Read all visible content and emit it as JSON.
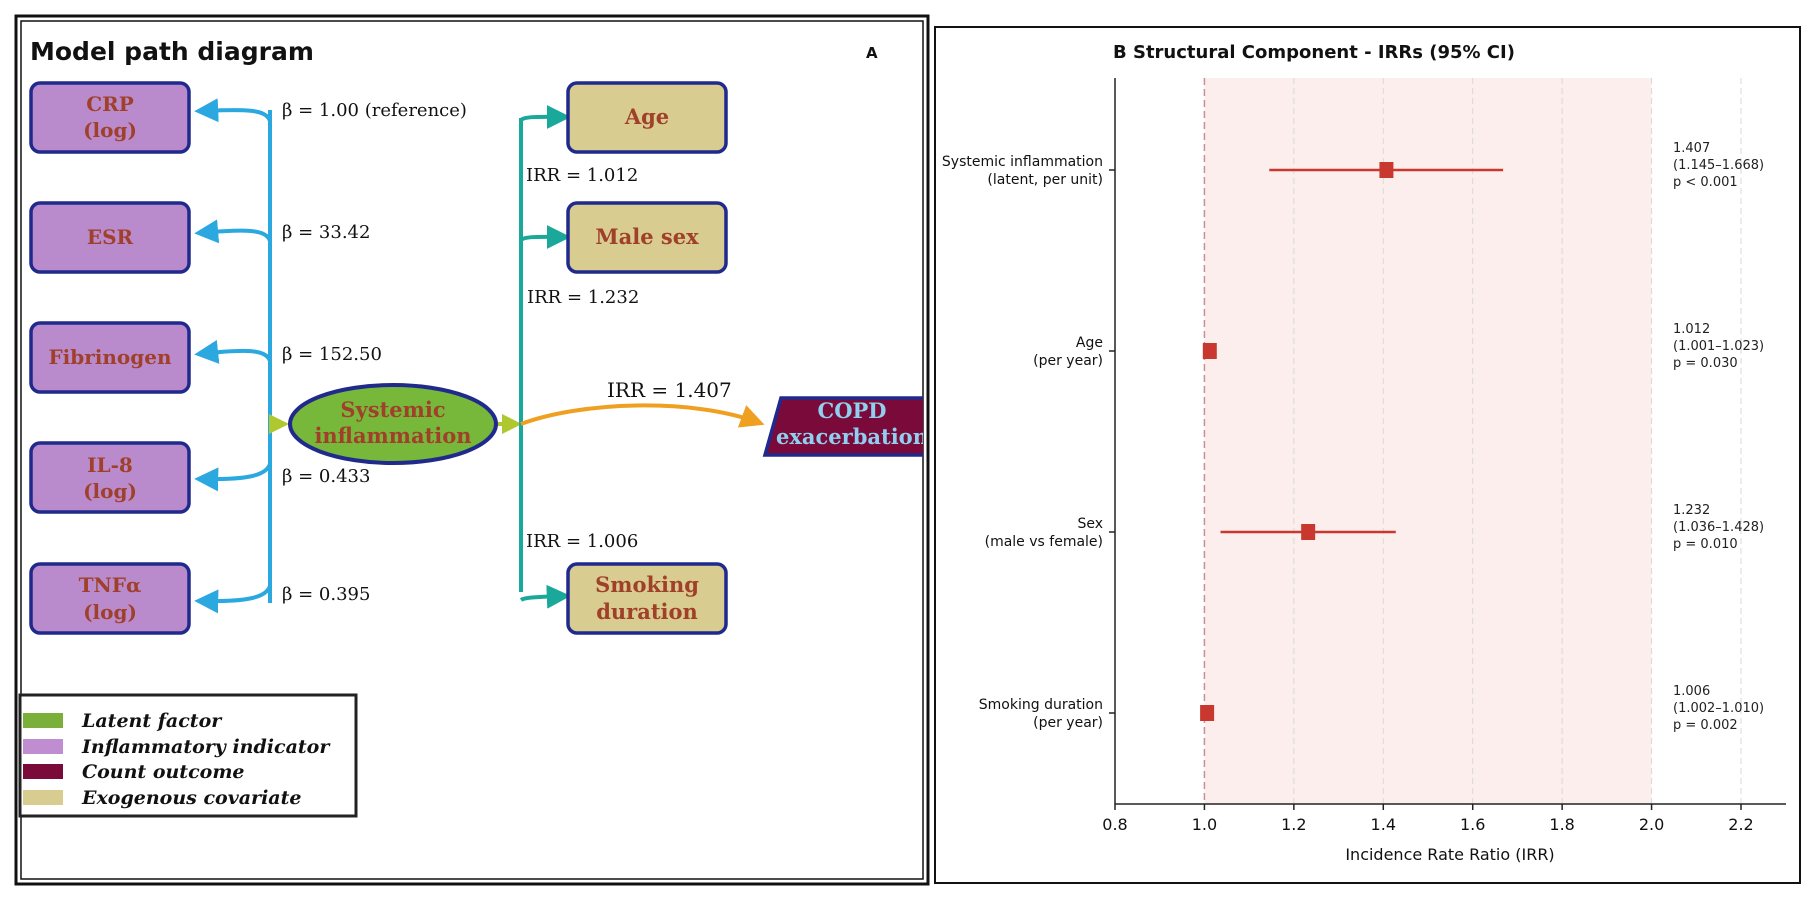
{
  "panel_a": {
    "title": "Model path diagram",
    "tag": "A",
    "indicators": [
      {
        "line1": "CRP",
        "line2": "(log)",
        "beta": "β = 1.00 (reference)"
      },
      {
        "line1": "ESR",
        "line2": "",
        "beta": "β = 33.42"
      },
      {
        "line1": "Fibrinogen",
        "line2": "",
        "beta": "β = 152.50"
      },
      {
        "line1": "IL-8",
        "line2": "(log)",
        "beta": "β = 0.433"
      },
      {
        "line1": "TNFα",
        "line2": "(log)",
        "beta": "β = 0.395"
      }
    ],
    "latent": {
      "line1": "Systemic",
      "line2": "inflammation"
    },
    "covariates": [
      {
        "line1": "Age",
        "line2": "",
        "irr": "IRR = 1.012"
      },
      {
        "line1": "Male sex",
        "line2": "",
        "irr": "IRR = 1.232"
      },
      {
        "line1": "Smoking",
        "line2": "duration",
        "irr": "IRR = 1.006"
      }
    ],
    "outcome": {
      "line1": "COPD",
      "line2": "exacerbation"
    },
    "outcome_irr": "IRR = 1.407",
    "legend": [
      {
        "label": "Latent factor",
        "color": "#7ab03a"
      },
      {
        "label": "Inflammatory indicator",
        "color": "#c08ed0"
      },
      {
        "label": "Count outcome",
        "color": "#7a0a3a"
      },
      {
        "label": "Exogenous covariate",
        "color": "#d8cc90"
      }
    ],
    "colors": {
      "indicator_fill": "#b98bcc",
      "box_border": "#1f2a8c",
      "covariate_fill": "#d8cc90",
      "latent_fill": "#77b83a",
      "outcome_fill": "#7a0a3a",
      "outcome_text": "#8fd0f0",
      "node_text": "#a0402a",
      "beta_arrow": "#2aa8df",
      "irr_arrow": "#1aa89a",
      "outcome_arrow": "#f0a020",
      "latent_connector": "#b0c830"
    }
  },
  "panel_b": {
    "title": "B  Structural Component - IRRs (95% CI)",
    "colors": {
      "marker": "#c8382e",
      "band": "#fdeeee",
      "reference": "#c89090"
    }
  },
  "chart_data": {
    "type": "forest",
    "title": "B  Structural Component - IRRs (95% CI)",
    "xlabel": "Incidence Rate Ratio (IRR)",
    "xlim": [
      0.8,
      2.3
    ],
    "xticks": [
      "0.8",
      "1.0",
      "1.2",
      "1.4",
      "1.6",
      "1.8",
      "2.0",
      "2.2"
    ],
    "reference_line": 1.0,
    "shaded_range": [
      1.0,
      2.0
    ],
    "grid": "vertical dashed",
    "rows": [
      {
        "label1": "Systemic inflammation",
        "label2": "(latent, per unit)",
        "irr": 1.407,
        "lo": 1.145,
        "hi": 1.668,
        "ann1": "1.407",
        "ann2": "(1.145–1.668)",
        "ann3": "p < 0.001"
      },
      {
        "label1": "Age",
        "label2": "(per year)",
        "irr": 1.012,
        "lo": 1.001,
        "hi": 1.023,
        "ann1": "1.012",
        "ann2": "(1.001–1.023)",
        "ann3": "p = 0.030"
      },
      {
        "label1": "Sex",
        "label2": "(male vs female)",
        "irr": 1.232,
        "lo": 1.036,
        "hi": 1.428,
        "ann1": "1.232",
        "ann2": "(1.036–1.428)",
        "ann3": "p = 0.010"
      },
      {
        "label1": "Smoking duration",
        "label2": "(per year)",
        "irr": 1.006,
        "lo": 1.002,
        "hi": 1.01,
        "ann1": "1.006",
        "ann2": "(1.002–1.010)",
        "ann3": "p = 0.002"
      }
    ]
  }
}
